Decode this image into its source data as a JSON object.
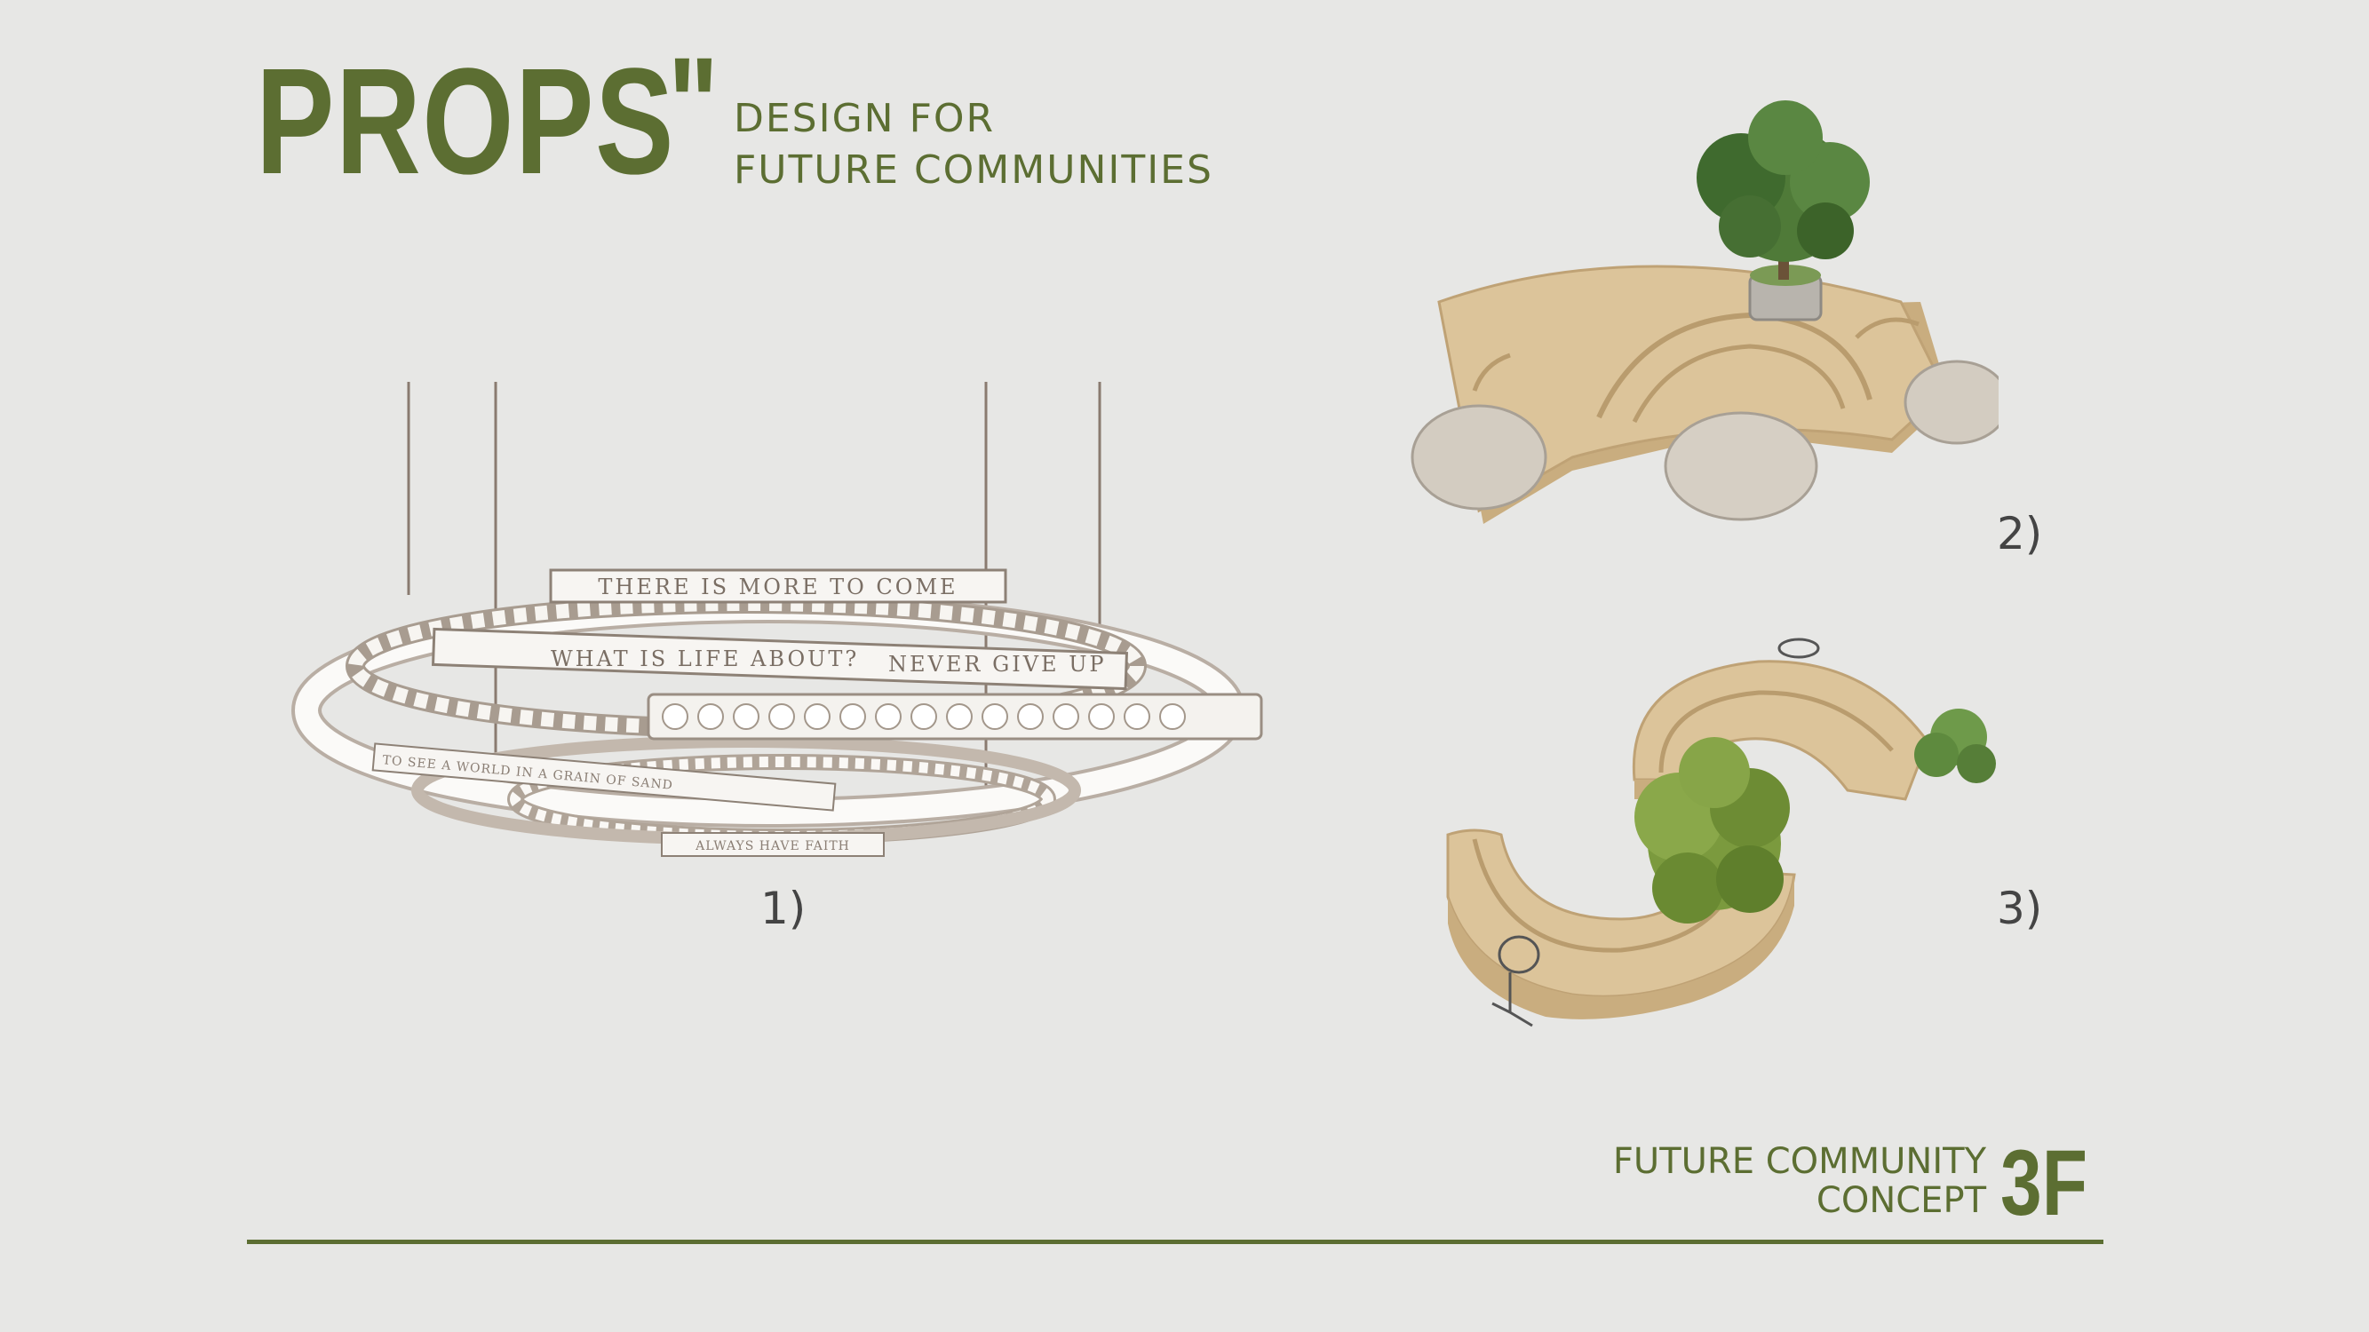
{
  "header": {
    "title": "PROPS",
    "quote_mark": "\"",
    "subtitle_line1": "DESIGN FOR",
    "subtitle_line2": "FUTURE COMMUNITIES"
  },
  "props": [
    {
      "label": "1)",
      "ring_texts": [
        "THERE IS MORE TO COME",
        "WHAT IS LIFE ABOUT?",
        "NEVER GIVE UP",
        "TO SEE A WORLD IN A GRAIN OF SAND",
        "ALWAYS HAVE FAITH"
      ]
    },
    {
      "label": "2)"
    },
    {
      "label": "3)"
    }
  ],
  "footer": {
    "line1": "FUTURE COMMUNITY",
    "line2": "CONCEPT",
    "badge": "3F"
  },
  "colors": {
    "background": "#e7e7e5",
    "brand_green": "#5c6e32",
    "wood": "#d8bf93",
    "terrazzo": "#cfc8bd",
    "foliage": "#4f7a38"
  }
}
